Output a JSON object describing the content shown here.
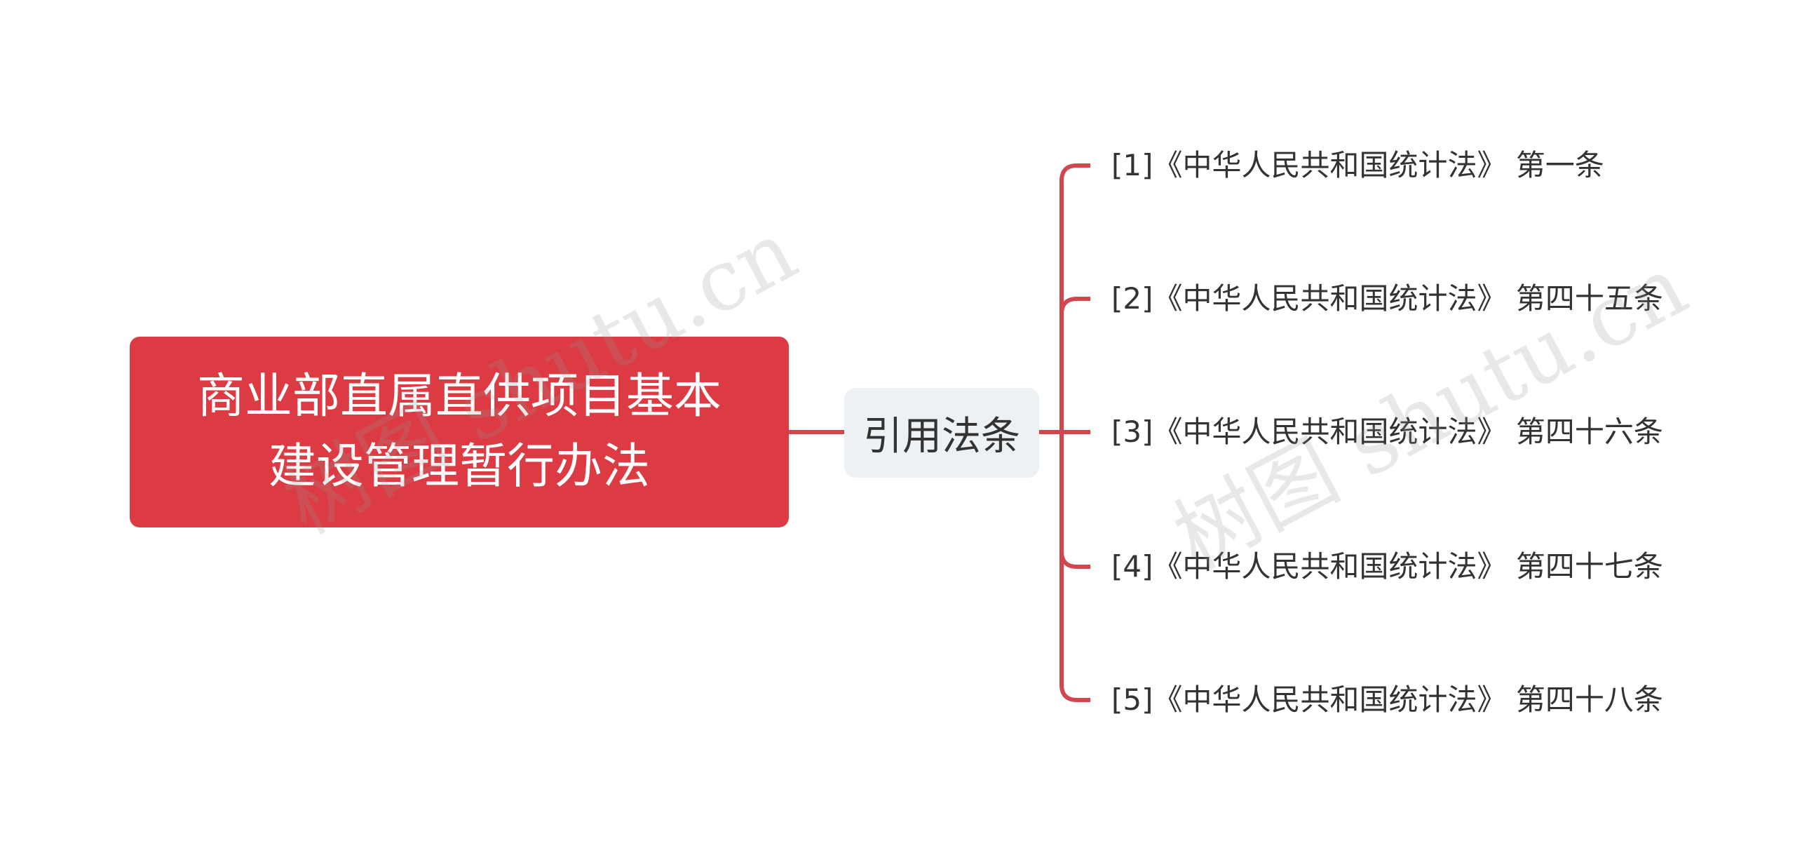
{
  "root": {
    "text": "商业部直属直供项目基本\n建设管理暂行办法"
  },
  "branch": {
    "text": "引用法条"
  },
  "leaves": [
    "[1]《中华人民共和国统计法》 第一条",
    "[2]《中华人民共和国统计法》 第四十五条",
    "[3]《中华人民共和国统计法》 第四十六条",
    "[4]《中华人民共和国统计法》 第四十七条",
    "[5]《中华人民共和国统计法》 第四十八条"
  ],
  "watermarks": [
    "树图 shutu.cn",
    "树图 shutu.cn"
  ],
  "colors": {
    "root_fill": "#dc3b43",
    "connector": "#d0474e",
    "branch_fill": "#eef1f4",
    "text_dark": "#333333"
  }
}
